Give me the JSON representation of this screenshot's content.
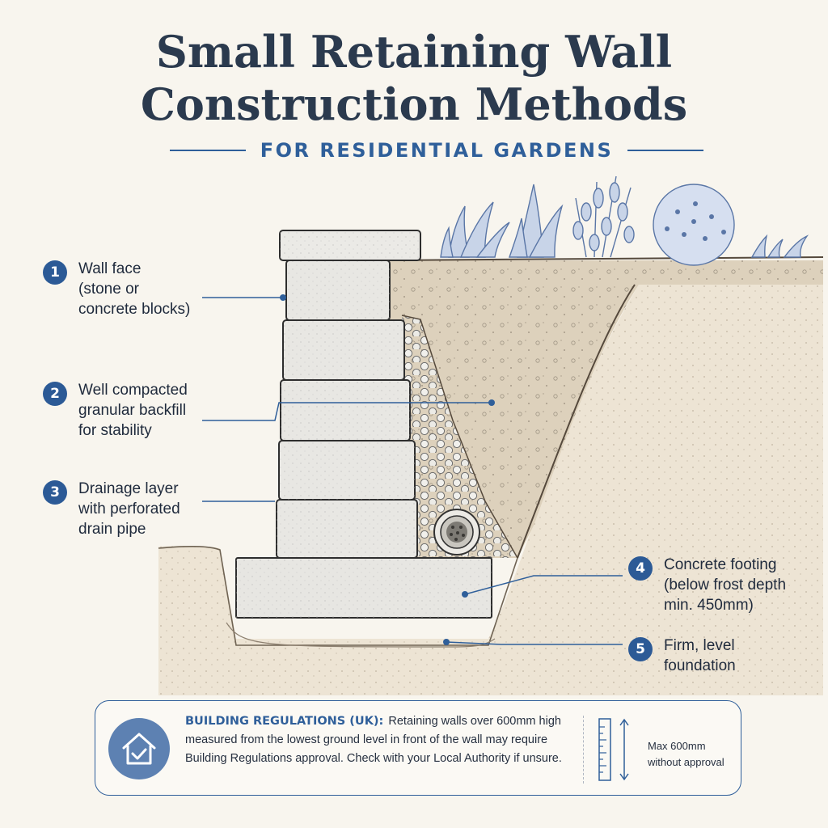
{
  "header": {
    "title_line1": "Small Retaining Wall",
    "title_line2": "Construction Methods",
    "subtitle": "FOR RESIDENTIAL GARDENS"
  },
  "callouts": [
    {
      "number": "1",
      "lines": [
        "Wall face",
        "(stone or",
        "concrete blocks)"
      ]
    },
    {
      "number": "2",
      "lines": [
        "Well compacted",
        "granular backfill",
        "for stability"
      ]
    },
    {
      "number": "3",
      "lines": [
        "Drainage layer",
        "with perforated",
        "drain pipe"
      ]
    },
    {
      "number": "4",
      "lines": [
        "Concrete footing",
        "(below frost depth",
        "min. 450mm)"
      ]
    },
    {
      "number": "5",
      "lines": [
        "Firm, level",
        "foundation"
      ]
    }
  ],
  "notice": {
    "label": "BUILDING REGULATIONS (UK):",
    "text": "Retaining walls over 600mm high measured from the lowest ground level in front of the wall may require Building Regulations approval. Check with your Local Authority if unsure.",
    "max_line1": "Max 600mm",
    "max_line2": "without approval"
  },
  "icons": {
    "notice_icon": "house-check-icon",
    "height_icon": "ruler-height-icon"
  },
  "colors": {
    "accent": "#2f5f9a",
    "badge": "#2c5a96",
    "title": "#2b3a4e",
    "background": "#f8f5ee"
  }
}
